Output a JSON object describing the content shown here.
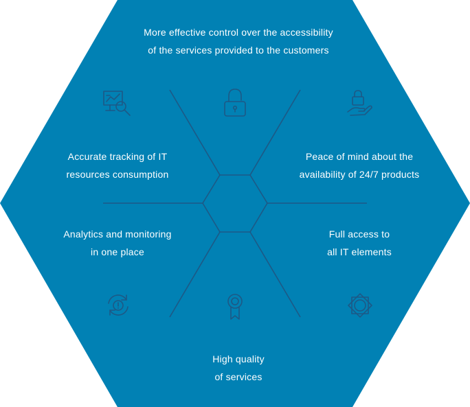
{
  "colors": {
    "hexagon_fill": "#0181b4",
    "line_stroke": "#1d5986",
    "text": "#ffffff"
  },
  "icons": {
    "top": "padlock-icon",
    "top_left": "monitor-magnifier-icon",
    "top_right": "lock-in-hand-icon",
    "bottom_left": "refresh-alert-icon",
    "bottom_center": "award-badge-icon",
    "bottom_right": "sun-star-icon"
  },
  "segments": {
    "top": {
      "line1": "More effective control over the accessibility",
      "line2": "of the services provided to the customers"
    },
    "top_left": {
      "line1": "Accurate tracking of IT",
      "line2": "resources consumption"
    },
    "top_right": {
      "line1": "Peace of mind about the",
      "line2": "availability of 24/7 products"
    },
    "middle_left": {
      "line1": "Analytics and monitoring",
      "line2": "in one place"
    },
    "middle_right": {
      "line1": "Full access to",
      "line2": "all IT elements"
    },
    "bottom": {
      "line1": "High quality",
      "line2": "of services"
    }
  }
}
